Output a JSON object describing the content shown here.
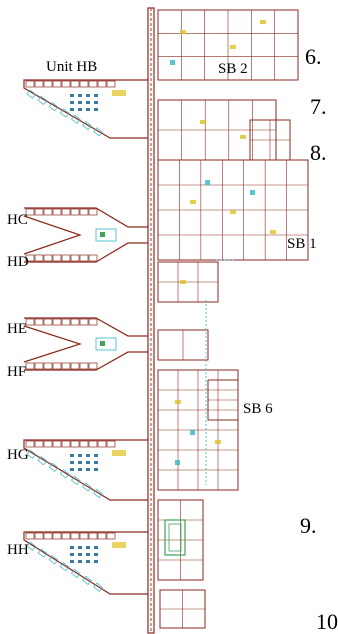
{
  "labels": {
    "unit_hb": "Unit HB",
    "sb2": "SB 2",
    "sb1": "SB 1",
    "sb6": "SB 6",
    "hc": "HC",
    "hd": "HD",
    "he": "HE",
    "hf": "HF",
    "hg": "HG",
    "hh": "HH"
  },
  "list_numbers": [
    "6.",
    "7.",
    "8.",
    "9.",
    "10"
  ],
  "colors": {
    "wall": "#8b2a20",
    "corridor": "#b05a48",
    "cyan": "#2fb6c7",
    "green": "#3fa25a",
    "yellow": "#e0c020",
    "furniture": "#3a7aa0"
  }
}
